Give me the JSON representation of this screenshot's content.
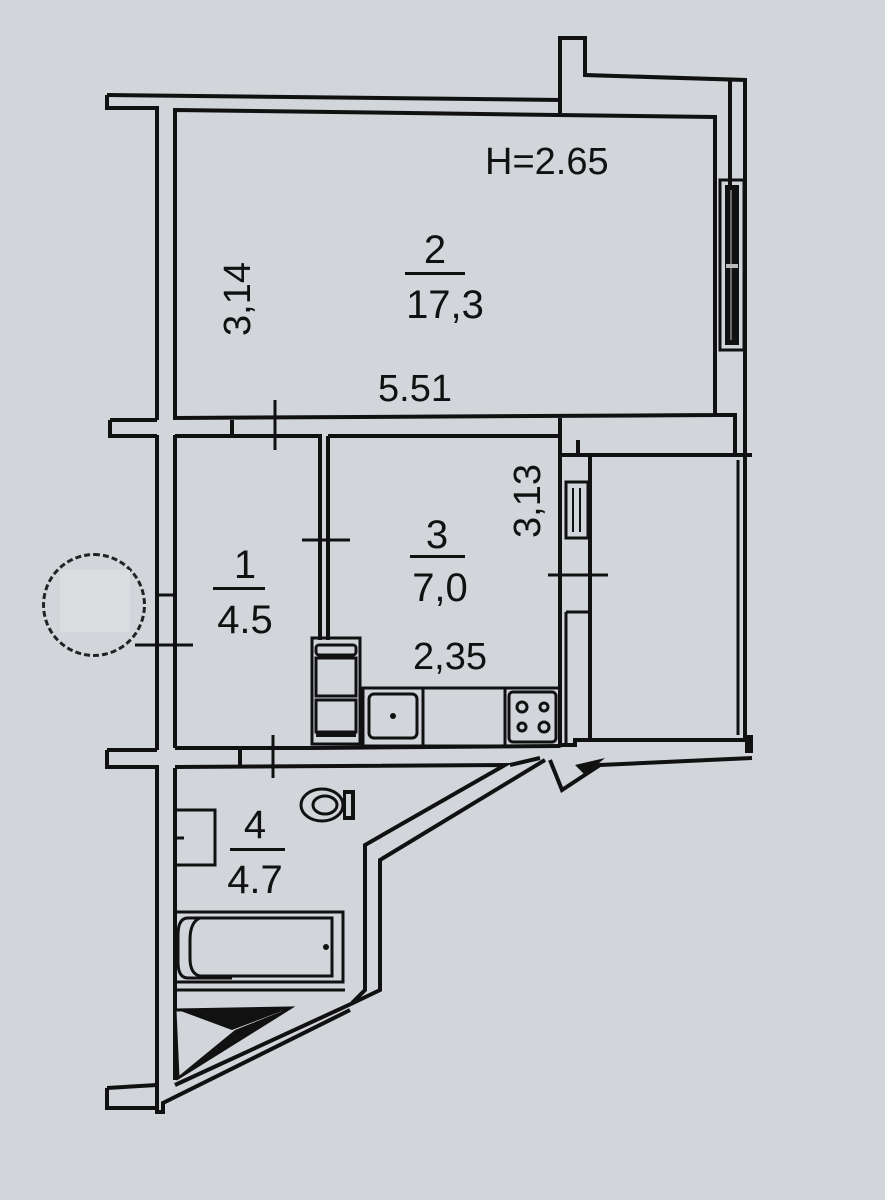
{
  "plan": {
    "ceiling_height": "H=2.65",
    "background_color": "#d2d5da",
    "line_color": "#111111",
    "rooms": [
      {
        "number": "1",
        "area": "4.5",
        "type": "hallway"
      },
      {
        "number": "2",
        "area": "17,3",
        "type": "living-room"
      },
      {
        "number": "3",
        "area": "7,0",
        "type": "kitchen"
      },
      {
        "number": "4",
        "area": "4.7",
        "type": "bathroom"
      }
    ],
    "dimensions": {
      "room2_depth": "3,14",
      "room2_width": "5.51",
      "room3_depth": "3,13",
      "room3_width": "2,35"
    },
    "fixtures": [
      "refrigerator-icon",
      "sink-icon",
      "stove-icon",
      "toilet-icon",
      "washbasin-icon",
      "bathtub-icon",
      "ventilation-shaft-icon",
      "window-icon",
      "balcony"
    ]
  }
}
